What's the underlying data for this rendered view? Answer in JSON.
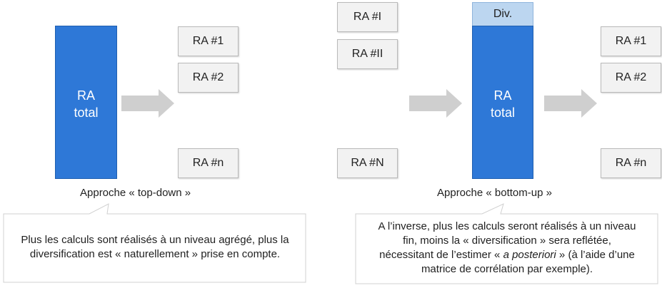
{
  "left": {
    "bar_label_line1": "RA",
    "bar_label_line2": "total",
    "boxes": [
      "RA #1",
      "RA #2",
      "RA #n"
    ],
    "caption": "Approche « top-down »",
    "callout": {
      "line1": "Plus les calculs sont réalisés à un niveau agrégé, plus la",
      "line2": "diversification est « naturellement » prise en compte."
    }
  },
  "right": {
    "input_boxes": [
      "RA #I",
      "RA #II",
      "RA #N"
    ],
    "div_label": "Div.",
    "bar_label_line1": "RA",
    "bar_label_line2": "total",
    "output_boxes": [
      "RA #1",
      "RA #2",
      "RA #n"
    ],
    "caption": "Approche « bottom-up »",
    "callout": {
      "line1": "A l’inverse, plus les calculs seront réalisés à un niveau",
      "line2": "fin, moins la « diversification » sera reflétée,",
      "line3_pre": "nécessitant de l’estimer « ",
      "line3_em": "a posteriori",
      "line3_post": " » (à l’aide d’une",
      "line4": "matrice de corrélation par exemple)."
    }
  },
  "colors": {
    "bar_blue": "#2e78d7",
    "div_light_blue": "#bcd6f0",
    "box_fill": "#f2f2f2",
    "arrow_gray": "#cfcfcf"
  }
}
